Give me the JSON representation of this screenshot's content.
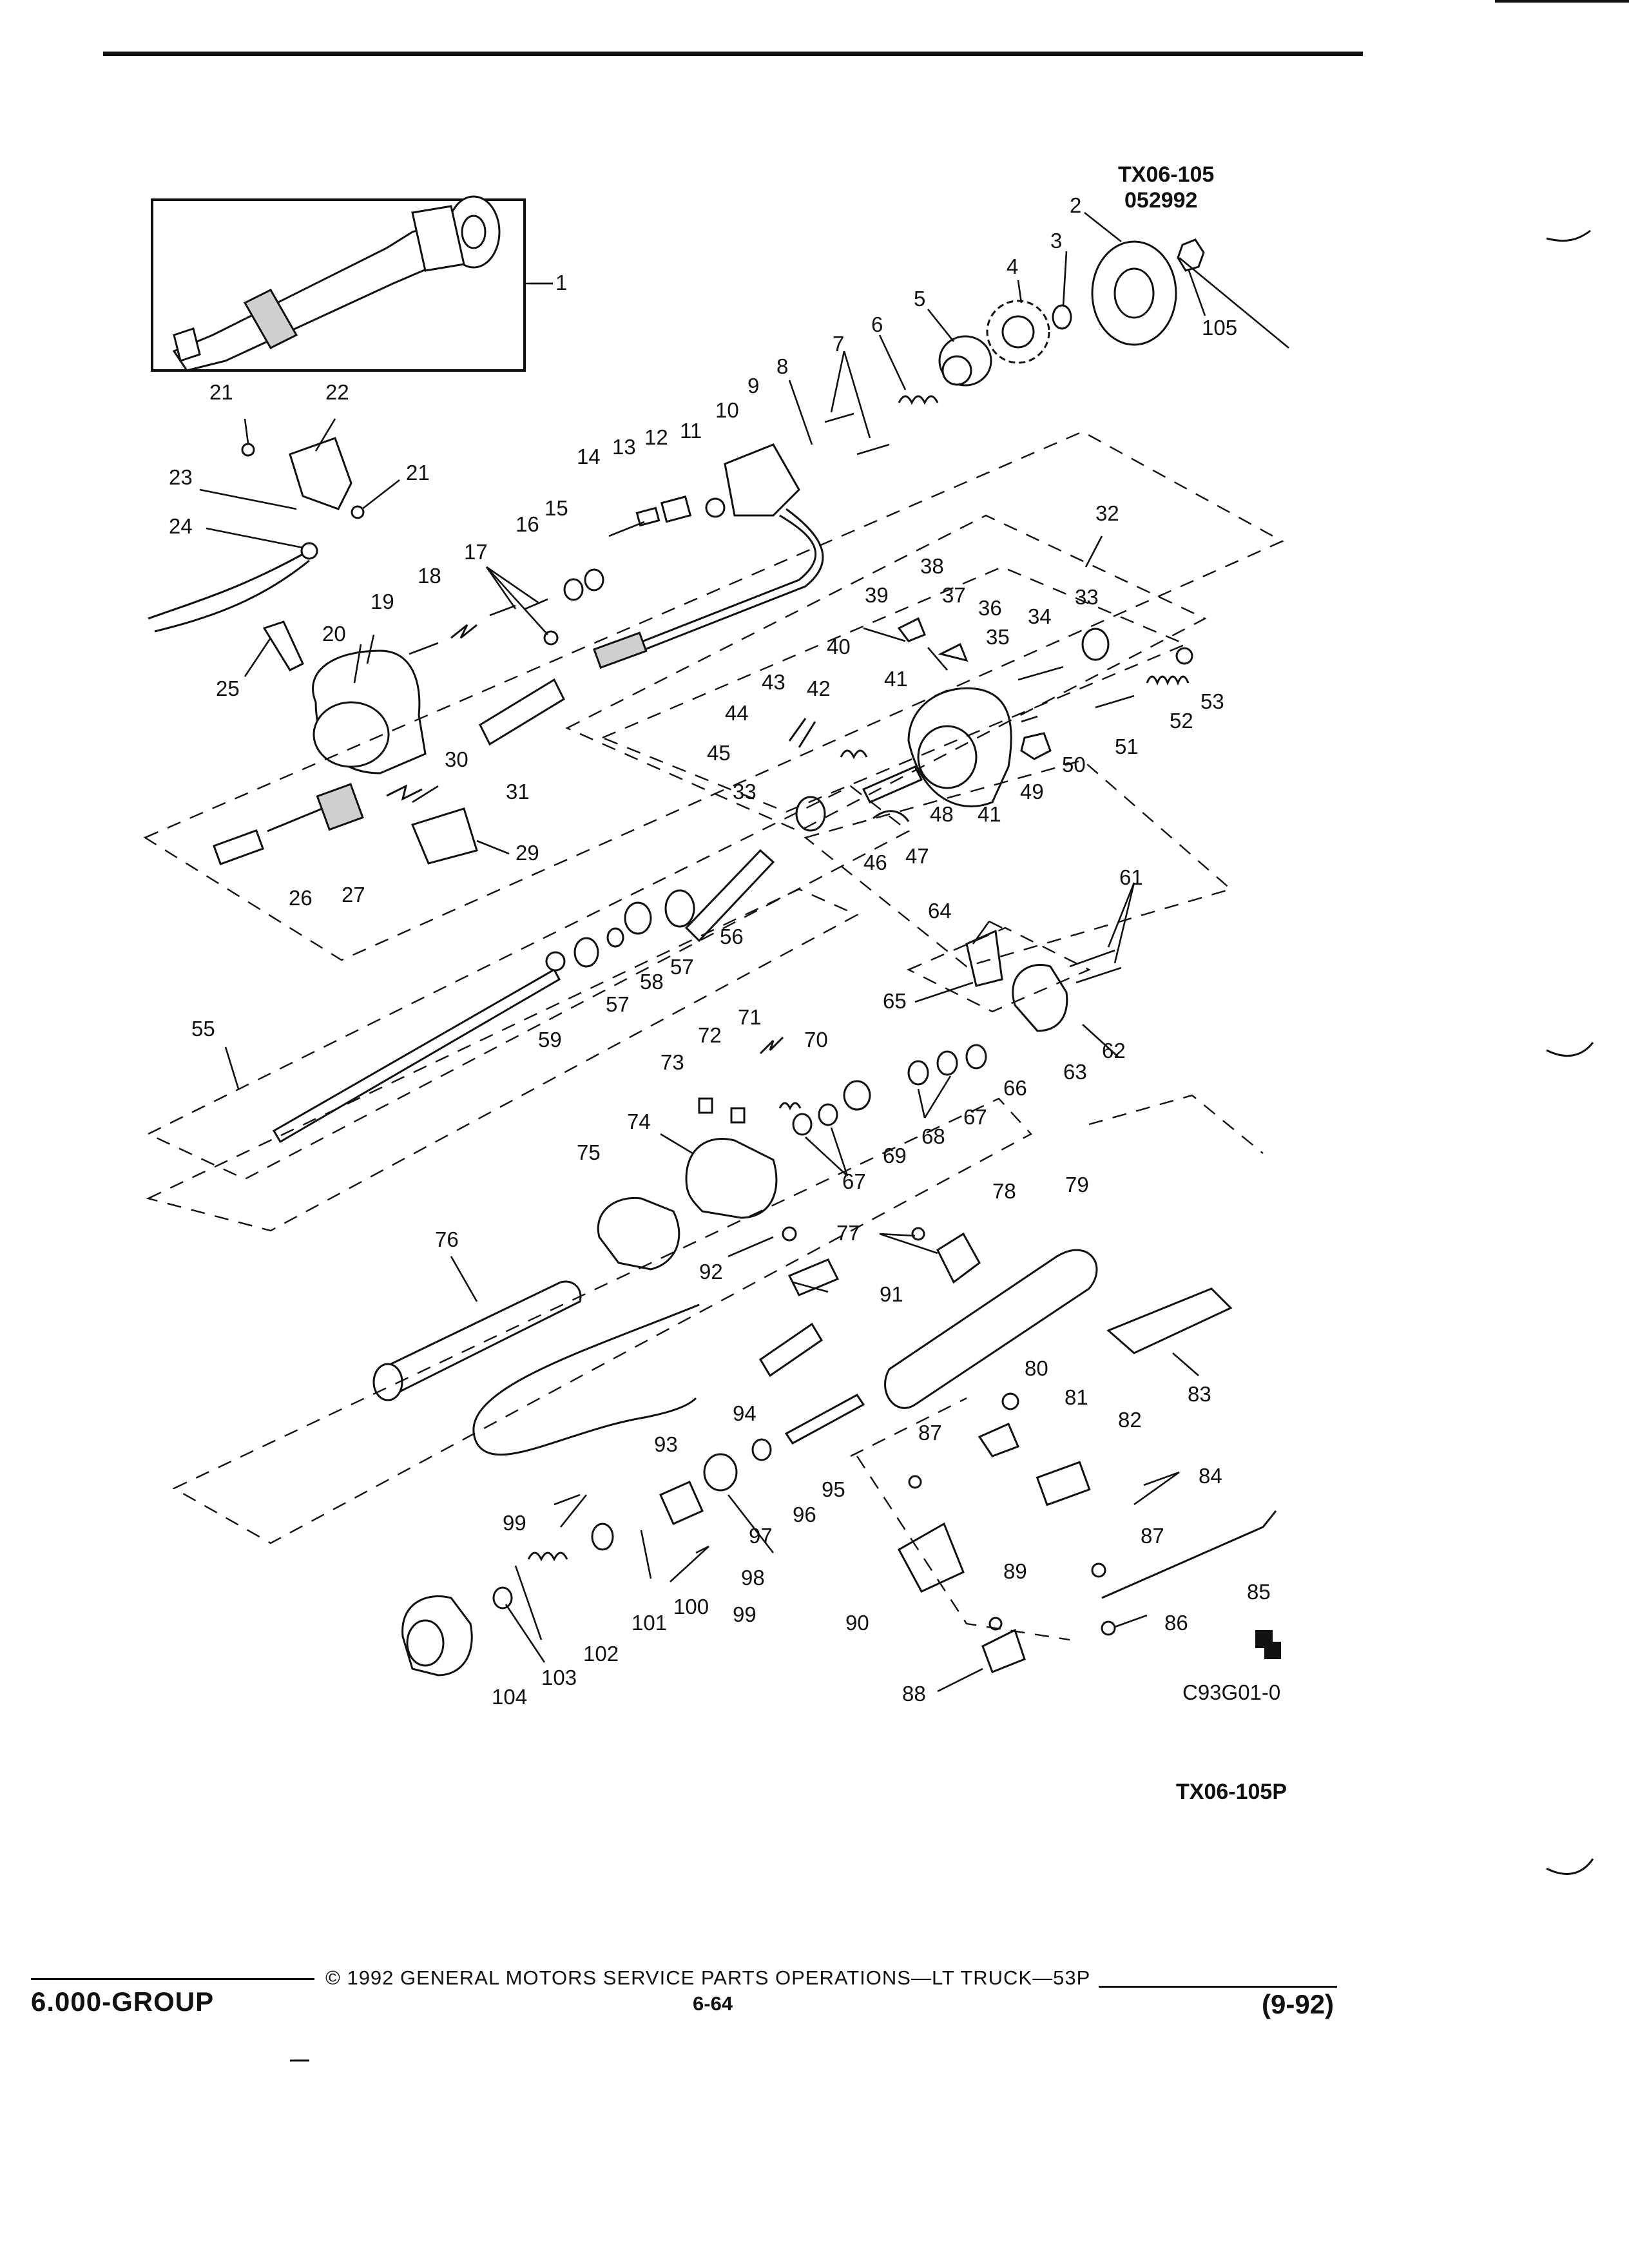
{
  "header": {
    "figure_code": "TX06-105",
    "figure_date_code": "052992"
  },
  "figure_footer": {
    "image_code": "C93G01-0",
    "plate_code": "TX06-105P",
    "brand_mark": "GM service parts logo"
  },
  "footer": {
    "group_label": "6.000-GROUP",
    "copyright": "© 1992 GENERAL MOTORS SERVICE PARTS OPERATIONS—LT TRUCK—53P",
    "page_number": "6-64",
    "date_code": "(9-92)"
  },
  "callouts": {
    "c1": "1",
    "c2": "2",
    "c3": "3",
    "c4": "4",
    "c5": "5",
    "c6": "6",
    "c7": "7",
    "c8": "8",
    "c9": "9",
    "c10": "10",
    "c11": "11",
    "c12": "12",
    "c13": "13",
    "c14": "14",
    "c15": "15",
    "c16": "16",
    "c17": "17",
    "c18": "18",
    "c19": "19",
    "c20": "20",
    "c21a": "21",
    "c21b": "21",
    "c22": "22",
    "c23": "23",
    "c24": "24",
    "c25": "25",
    "c26": "26",
    "c27": "27",
    "c29": "29",
    "c30": "30",
    "c31": "31",
    "c32": "32",
    "c33a": "33",
    "c33b": "33",
    "c34": "34",
    "c35": "35",
    "c36": "36",
    "c37": "37",
    "c38": "38",
    "c39": "39",
    "c40": "40",
    "c41a": "41",
    "c41b": "41",
    "c42": "42",
    "c43": "43",
    "c44": "44",
    "c45": "45",
    "c46": "46",
    "c47": "47",
    "c48": "48",
    "c49": "49",
    "c50": "50",
    "c51": "51",
    "c52": "52",
    "c53": "53",
    "c55": "55",
    "c56": "56",
    "c57a": "57",
    "c57b": "57",
    "c58": "58",
    "c59": "59",
    "c61": "61",
    "c62": "62",
    "c63": "63",
    "c64": "64",
    "c65": "65",
    "c66": "66",
    "c67a": "67",
    "c67b": "67",
    "c68": "68",
    "c69": "69",
    "c70": "70",
    "c71": "71",
    "c72": "72",
    "c73": "73",
    "c74": "74",
    "c75": "75",
    "c76": "76",
    "c77": "77",
    "c78": "78",
    "c79": "79",
    "c80": "80",
    "c81": "81",
    "c82": "82",
    "c83": "83",
    "c84": "84",
    "c85": "85",
    "c86": "86",
    "c87a": "87",
    "c87b": "87",
    "c88": "88",
    "c89": "89",
    "c90": "90",
    "c91": "91",
    "c92": "92",
    "c93": "93",
    "c94": "94",
    "c95": "95",
    "c96": "96",
    "c97": "97",
    "c98": "98",
    "c99a": "99",
    "c99b": "99",
    "c100": "100",
    "c101": "101",
    "c102": "102",
    "c103": "103",
    "c104": "104",
    "c105": "105"
  }
}
